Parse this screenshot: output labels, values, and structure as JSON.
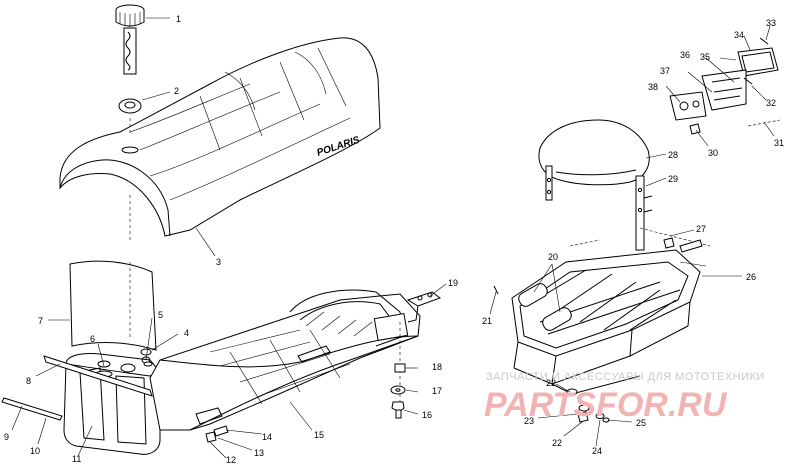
{
  "brand_text": "POLARIS",
  "watermark": {
    "line1": "ЗАПЧАСТИ И АКСЕССУАРЫ ДЛЯ МОТОТЕХНИКИ",
    "line2": "PARTSFOR.RU"
  },
  "callouts": [
    {
      "id": "c1",
      "label": "1"
    },
    {
      "id": "c2",
      "label": "2"
    },
    {
      "id": "c3",
      "label": "3"
    },
    {
      "id": "c4",
      "label": "4"
    },
    {
      "id": "c5",
      "label": "5"
    },
    {
      "id": "c6",
      "label": "6"
    },
    {
      "id": "c7",
      "label": "7"
    },
    {
      "id": "c8",
      "label": "8"
    },
    {
      "id": "c9",
      "label": "9"
    },
    {
      "id": "c10",
      "label": "10"
    },
    {
      "id": "c11",
      "label": "11"
    },
    {
      "id": "c12",
      "label": "12"
    },
    {
      "id": "c13",
      "label": "13"
    },
    {
      "id": "c14",
      "label": "14"
    },
    {
      "id": "c15",
      "label": "15"
    },
    {
      "id": "c16",
      "label": "16"
    },
    {
      "id": "c17",
      "label": "17"
    },
    {
      "id": "c18",
      "label": "18"
    },
    {
      "id": "c19",
      "label": "19"
    },
    {
      "id": "c20",
      "label": "20"
    },
    {
      "id": "c21",
      "label": "21"
    },
    {
      "id": "c22a",
      "label": "22"
    },
    {
      "id": "c22b",
      "label": "22"
    },
    {
      "id": "c23",
      "label": "23"
    },
    {
      "id": "c24",
      "label": "24"
    },
    {
      "id": "c25",
      "label": "25"
    },
    {
      "id": "c26",
      "label": "26"
    },
    {
      "id": "c27",
      "label": "27"
    },
    {
      "id": "c28",
      "label": "28"
    },
    {
      "id": "c29",
      "label": "29"
    },
    {
      "id": "c30",
      "label": "30"
    },
    {
      "id": "c31",
      "label": "31"
    },
    {
      "id": "c32",
      "label": "32"
    },
    {
      "id": "c33",
      "label": "33"
    },
    {
      "id": "c34",
      "label": "34"
    },
    {
      "id": "c35",
      "label": "35"
    },
    {
      "id": "c36",
      "label": "36"
    },
    {
      "id": "c37",
      "label": "37"
    },
    {
      "id": "c38",
      "label": "38"
    }
  ]
}
